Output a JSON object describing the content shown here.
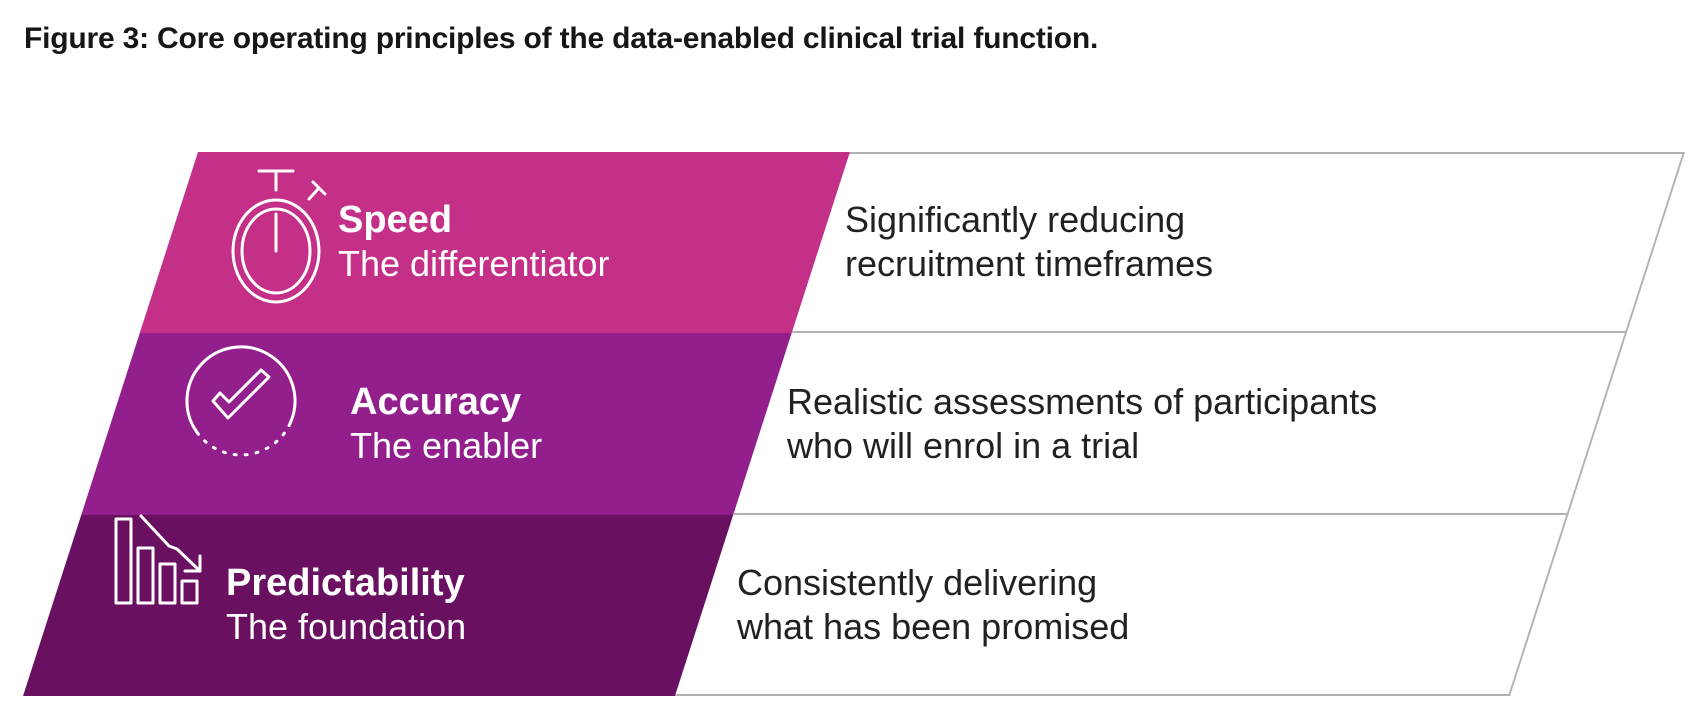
{
  "title": "Figure 3: Core operating principles of the data-enabled clinical trial function.",
  "colors": {
    "speed_band": "#c42f87",
    "accuracy_band": "#931f8d",
    "predictability_band": "#6a1060",
    "border_gray": "#b2b2b2",
    "description_text": "#242021",
    "label_text": "#ffffff"
  },
  "rows": [
    {
      "icon": "stopwatch-icon",
      "label": "Speed",
      "sublabel": "The differentiator",
      "description_line1": "Significantly reducing",
      "description_line2": "recruitment timeframes",
      "color": "#c42f87"
    },
    {
      "icon": "check-circle-icon",
      "label": "Accuracy",
      "sublabel": "The enabler",
      "description_line1": "Realistic assessments of participants",
      "description_line2": "who will enrol in a trial",
      "color": "#931f8d"
    },
    {
      "icon": "declining-bar-chart-icon",
      "label": "Predictability",
      "sublabel": "The foundation",
      "description_line1": "Consistently delivering",
      "description_line2": "what has been promised",
      "color": "#6a1060"
    }
  ]
}
